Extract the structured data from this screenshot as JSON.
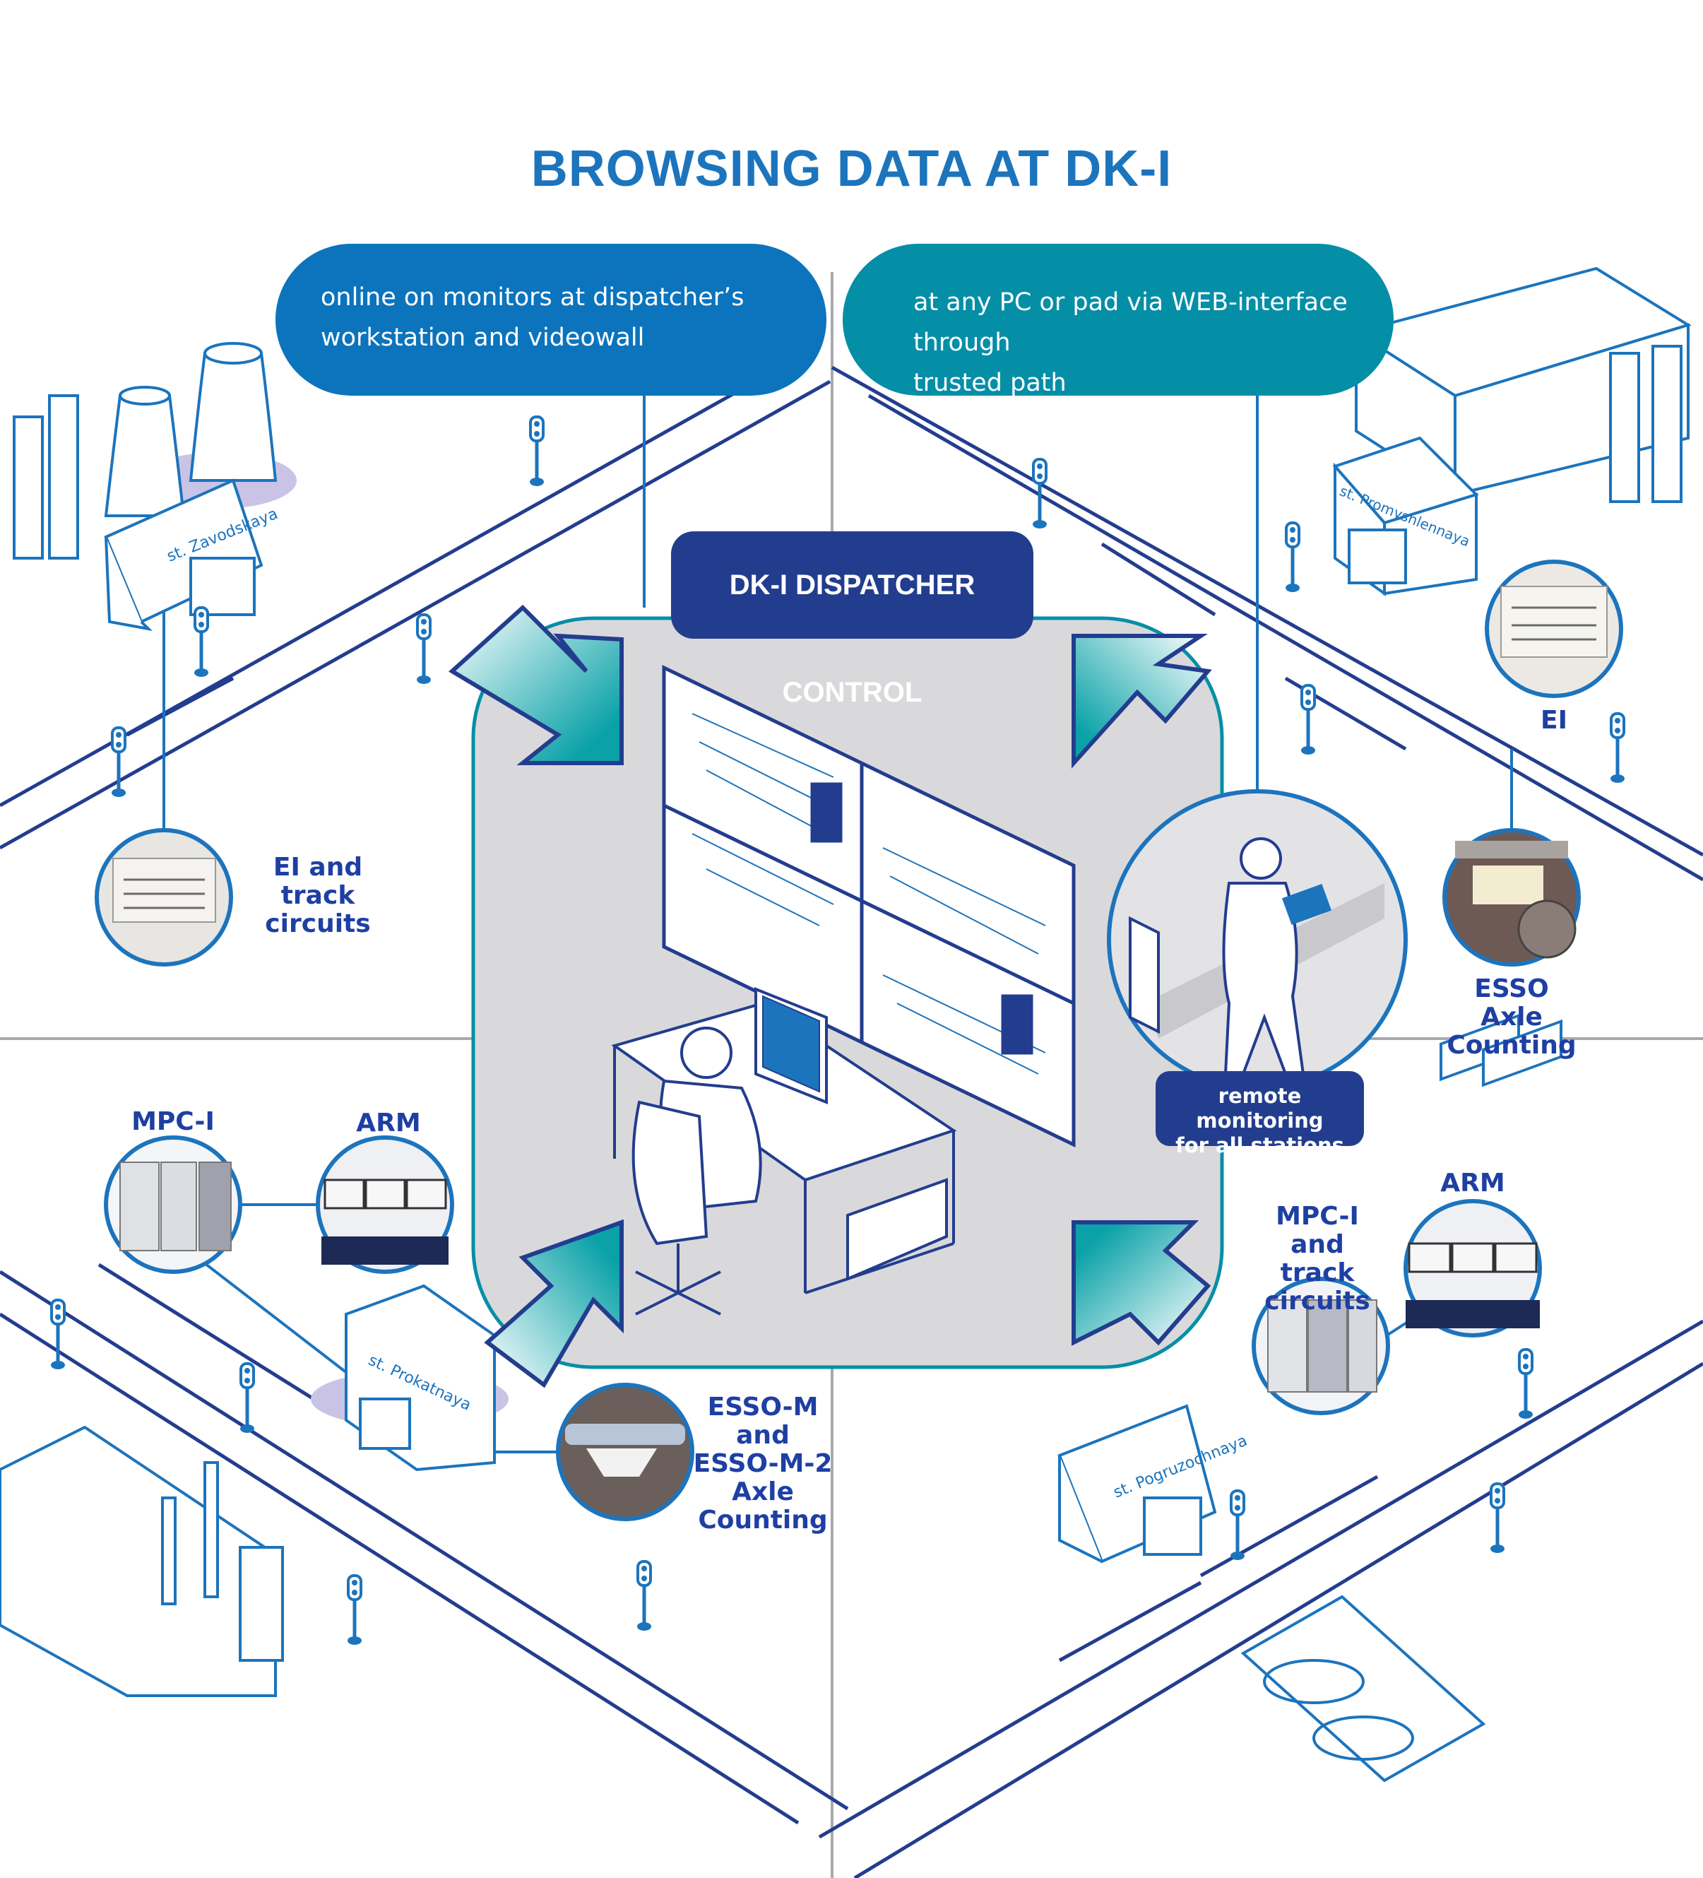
{
  "title": "BROWSING DATA AT DK-I",
  "bubble_left": {
    "line1": "online on monitors at dispatcher’s",
    "line2": "workstation and videowall"
  },
  "bubble_right": {
    "line1": "at any PC or pad via WEB-interface through",
    "line2": "trusted path"
  },
  "center_title": "DK-I DISPATCHER CONTROL",
  "remote": {
    "line1": "remote monitoring",
    "line2": "for all stations"
  },
  "stations": {
    "zavodskaya": "st. Zavodskaya",
    "promyshlennaya": "st. Promyshlennaya",
    "prokatnaya": "st. Prokatnaya",
    "pogruzochnaya": "st. Pogruzochnaya"
  },
  "labels": {
    "ei_track": {
      "line1": "EI and track",
      "line2": "circuits"
    },
    "ei": "EI",
    "esso": {
      "line1": "ESSO",
      "line2": "Axle Counting"
    },
    "mpc_left": "MPC-I",
    "arm_left": "ARM",
    "esso_m": {
      "line1": "ESSO-M and",
      "line2": "ESSO-M-2",
      "line3": "Axle",
      "line4": "Counting"
    },
    "mpc_right": {
      "line1": "MPC-I",
      "line2": "and track",
      "line3": "circuits"
    },
    "arm_right": "ARM"
  },
  "colors": {
    "title": "#1c74bd",
    "bubble_left": "#0b74bd",
    "bubble_right": "#058fa7",
    "center_box": "#d9d9db",
    "center_title": "#233d8e",
    "line_art": "#1c74bd",
    "track": "#233d8e",
    "label_text": "#1e3fa3",
    "teal_arrow": "#0aa2a8",
    "shadow": "#c9c4e6"
  },
  "icons": [
    "factory-icon",
    "warehouse-icon",
    "signal-icon",
    "videowall-icon",
    "dispatcher-icon",
    "tablet-worker-icon",
    "cabinet-icon",
    "monitor-icon",
    "axle-sensor-icon",
    "truck-icon"
  ]
}
